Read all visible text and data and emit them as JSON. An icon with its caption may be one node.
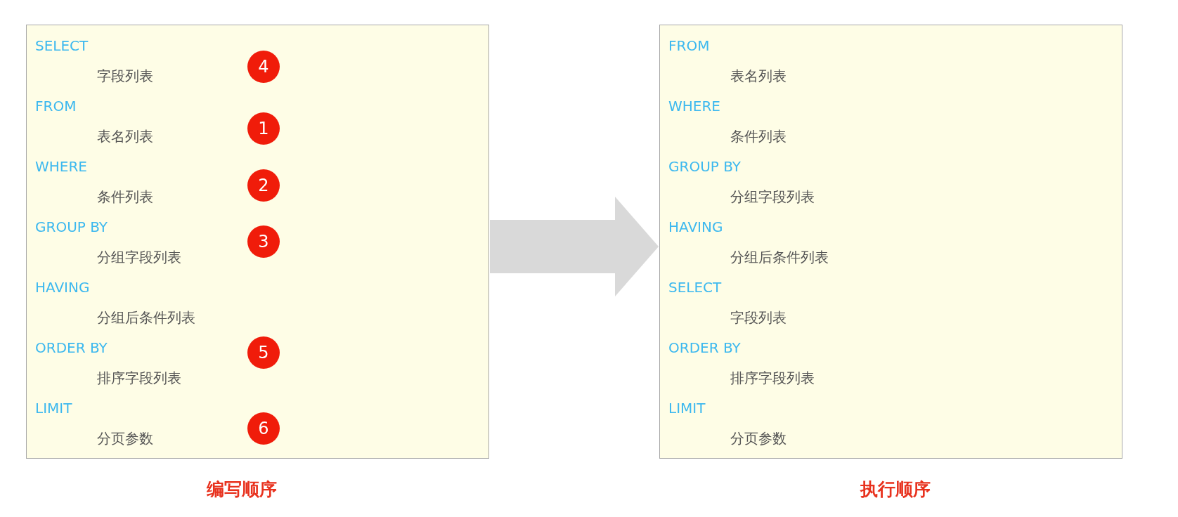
{
  "diagram": {
    "nodes": [
      {
        "text": [
          "SELECT",
          "字段列表",
          "FROM",
          "表名列表",
          "WHERE",
          "条件列表",
          "GROUP BY",
          "分组字段列表",
          "HAVING",
          "分组后条件列表",
          "ORDER BY",
          "排序字段列表",
          "LIMIT",
          "分页参数"
        ],
        "beside": [
          "编写顺序"
        ]
      },
      {
        "text": [
          "4"
        ],
        "in": 0
      },
      {
        "text": [
          "1"
        ],
        "in": 0
      },
      {
        "text": [
          "2"
        ],
        "in": 0
      },
      {
        "text": [
          "3"
        ],
        "in": 0
      },
      {
        "text": [
          "5"
        ],
        "in": 0
      },
      {
        "text": [
          "6"
        ],
        "in": 0
      },
      {
        "text": [
          "FROM",
          "表名列表",
          "WHERE",
          "条件列表",
          "GROUP BY",
          "分组字段列表",
          "HAVING",
          "分组后条件列表",
          "SELECT",
          "字段列表",
          "ORDER BY",
          "排序字段列表",
          "LIMIT",
          "分页参数"
        ],
        "beside": [
          "执行顺序"
        ]
      }
    ],
    "edges": [
      {
        "from": 0,
        "to": 7,
        "arrow": "to",
        "color": "#d9d9d9"
      }
    ]
  }
}
